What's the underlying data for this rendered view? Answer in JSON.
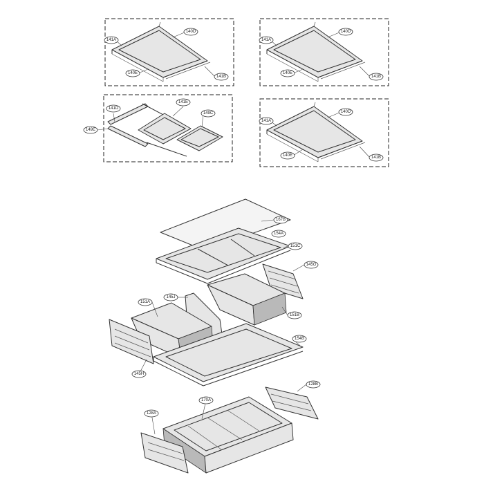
{
  "labels": {
    "p141A_a": "141A",
    "p140D_a": "140D",
    "p140E_a": "140E",
    "p141B_a": "141B",
    "p141A_b": "141A",
    "p140D_b": "140D",
    "p140E_b": "140E",
    "p141B_b": "141B",
    "p141D": "141D",
    "p141E": "141E",
    "p149C": "149C",
    "p149E": "149E",
    "p141A_c": "141A",
    "p140D_c": "140D",
    "p140E_c": "140E",
    "p141B_c": "141B",
    "p167B": "167B",
    "p154A": "154A",
    "p151C": "151C",
    "p145G": "145G",
    "p151A": "151A",
    "p145J": "145J",
    "p151B": "151B",
    "p154B": "154B",
    "p145H": "145H",
    "p128B": "128B",
    "p170A": "170A",
    "p128A": "128A"
  }
}
